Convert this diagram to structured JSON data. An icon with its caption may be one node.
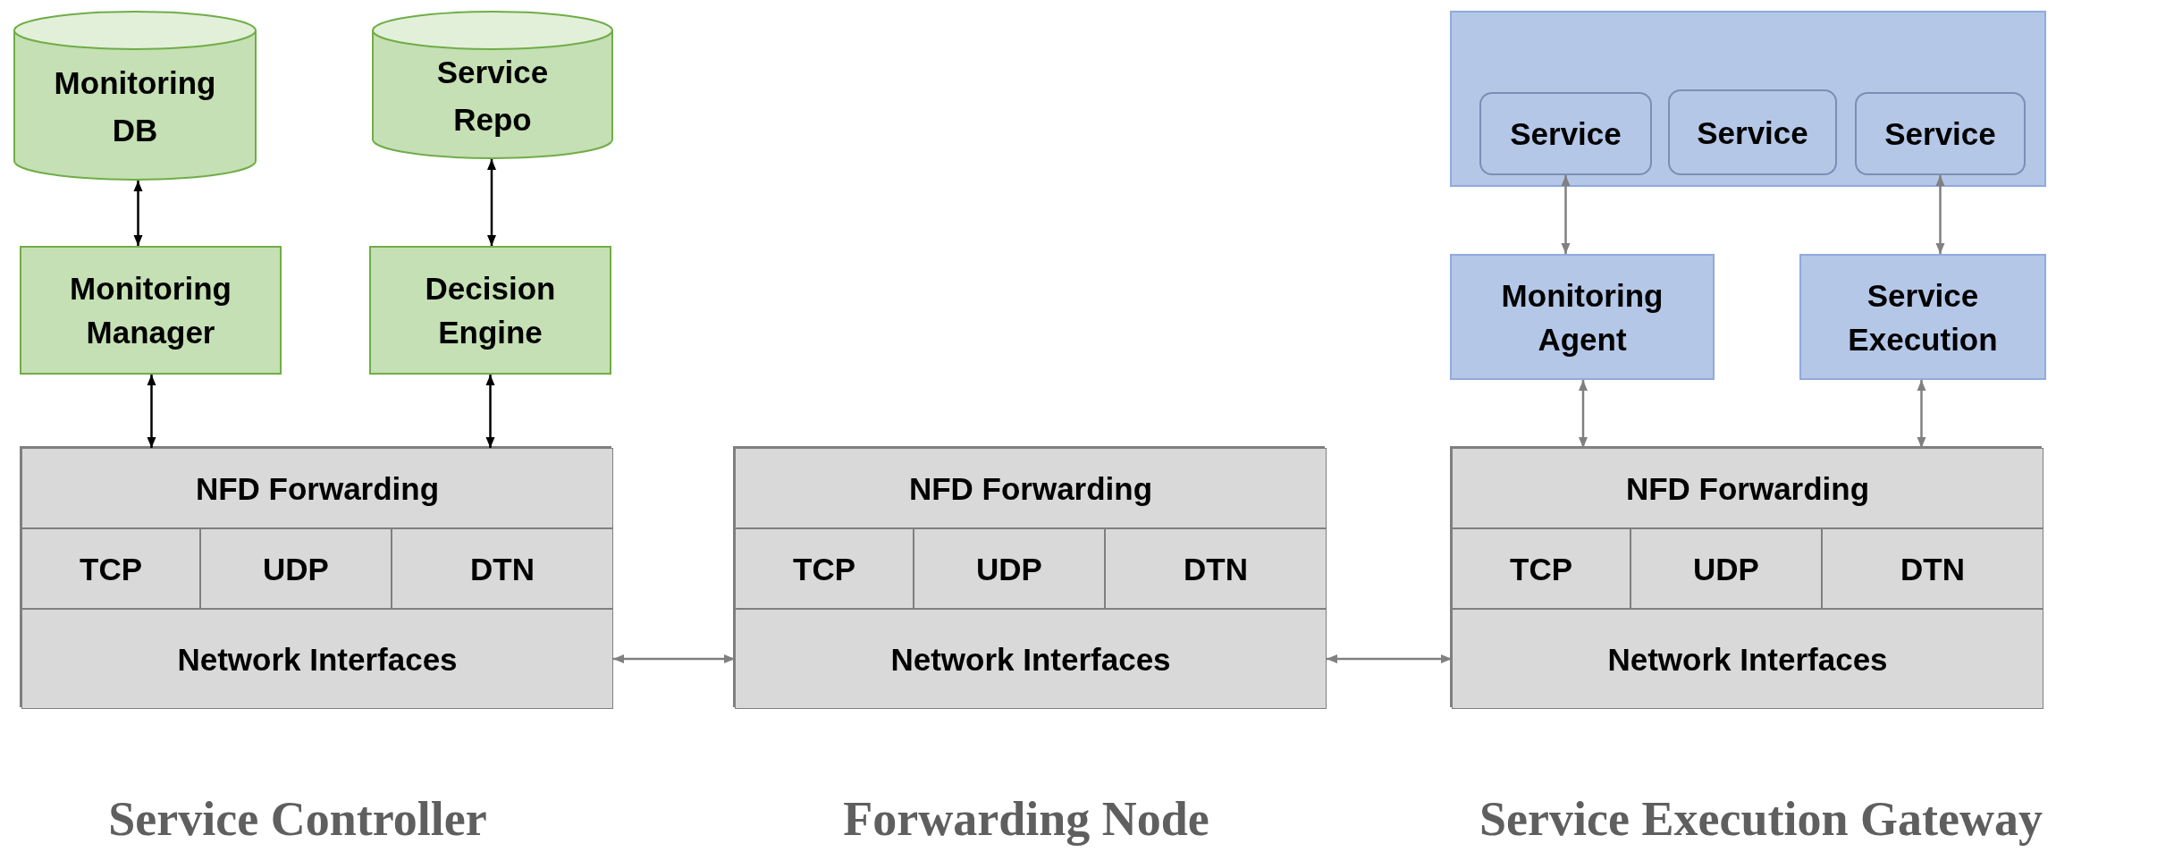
{
  "diagram": {
    "nodes": [
      {
        "text": [
          "Monitoring DB"
        ]
      },
      {
        "text": [
          "Service Repo"
        ]
      },
      {
        "text": [
          "Monitoring Manager"
        ]
      },
      {
        "text": [
          "Decision Engine"
        ]
      },
      {
        "text": [],
        "shape": "box",
        "beside": [
          "Service Controller"
        ]
      },
      {
        "text": [
          "NFD Forwarding"
        ],
        "in": 4
      },
      {
        "text": [
          "TCP"
        ],
        "in": 4
      },
      {
        "text": [
          "UDP"
        ],
        "in": 4
      },
      {
        "text": [
          "DTN"
        ],
        "in": 4
      },
      {
        "text": [
          "Network Interfaces"
        ],
        "in": 4
      },
      {
        "text": [],
        "shape": "box",
        "beside": [
          "Forwarding Node"
        ]
      },
      {
        "text": [
          "NFD Forwarding"
        ],
        "in": 10
      },
      {
        "text": [
          "TCP"
        ],
        "in": 10
      },
      {
        "text": [
          "UDP"
        ],
        "in": 10
      },
      {
        "text": [
          "DTN"
        ],
        "in": 10
      },
      {
        "text": [
          "Network Interfaces"
        ],
        "in": 10
      },
      {
        "text": [],
        "shape": "box"
      },
      {
        "text": [
          "Service"
        ],
        "in": 16
      },
      {
        "text": [
          "Service"
        ],
        "in": 16
      },
      {
        "text": [
          "Service"
        ],
        "in": 16
      },
      {
        "text": [
          "Monitoring Agent"
        ]
      },
      {
        "text": [
          "Service Execution"
        ]
      },
      {
        "text": [],
        "shape": "box",
        "beside": [
          "Service Execution Gateway"
        ]
      },
      {
        "text": [
          "NFD Forwarding"
        ],
        "in": 22
      },
      {
        "text": [
          "TCP"
        ],
        "in": 22
      },
      {
        "text": [
          "UDP"
        ],
        "in": 22
      },
      {
        "text": [
          "DTN"
        ],
        "in": 22
      },
      {
        "text": [
          "Network Interfaces"
        ],
        "in": 22
      }
    ],
    "edges": [
      {
        "from": 0,
        "to": 2,
        "arrow": "both",
        "color": "#000000"
      },
      {
        "from": 1,
        "to": 3,
        "arrow": "both",
        "color": "#000000"
      },
      {
        "from": 2,
        "to": 5,
        "arrow": "both",
        "color": "#000000"
      },
      {
        "from": 3,
        "to": 5,
        "arrow": "both",
        "color": "#000000"
      },
      {
        "from": 9,
        "to": 15,
        "arrow": "both"
      },
      {
        "from": 15,
        "to": 27,
        "arrow": "both"
      },
      {
        "from": 17,
        "to": 20,
        "arrow": "both"
      },
      {
        "from": 19,
        "to": 21,
        "arrow": "both"
      },
      {
        "from": 20,
        "to": 23,
        "arrow": "both"
      },
      {
        "from": 21,
        "to": 23,
        "arrow": "both"
      }
    ]
  }
}
